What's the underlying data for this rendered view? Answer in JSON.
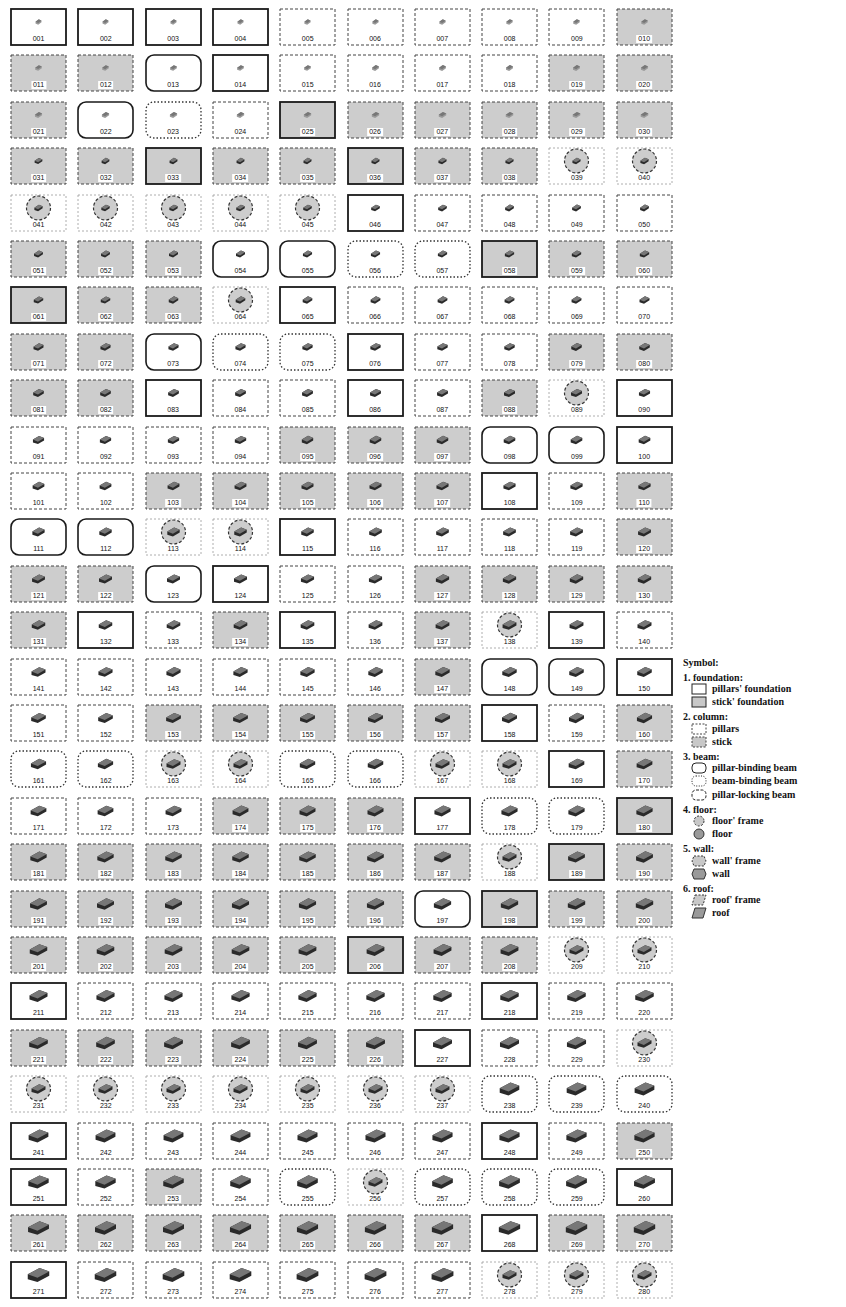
{
  "diagram": {
    "nodes": [
      {
        "text": [
          "001"
        ]
      },
      {
        "text": [
          "002"
        ]
      },
      {
        "text": [
          "003"
        ]
      },
      {
        "text": [
          "004"
        ]
      },
      {
        "text": [
          "005"
        ]
      },
      {
        "text": [
          "006"
        ]
      },
      {
        "text": [
          "007"
        ]
      },
      {
        "text": [
          "008"
        ]
      },
      {
        "text": [
          "009"
        ]
      },
      {
        "text": [
          "010"
        ]
      },
      {
        "text": [
          "011"
        ]
      },
      {
        "text": [
          "012"
        ]
      },
      {
        "text": [
          "013"
        ]
      },
      {
        "text": [
          "014"
        ]
      },
      {
        "text": [
          "015"
        ]
      },
      {
        "text": [
          "016"
        ]
      },
      {
        "text": [
          "017"
        ]
      },
      {
        "text": [
          "018"
        ]
      },
      {
        "text": [
          "019"
        ]
      },
      {
        "text": [
          "020"
        ]
      },
      {
        "text": [
          "021"
        ]
      },
      {
        "text": [
          "022"
        ]
      },
      {
        "text": [
          "023"
        ]
      },
      {
        "text": [
          "024"
        ]
      },
      {
        "text": [
          "025"
        ]
      },
      {
        "text": [
          "026"
        ]
      },
      {
        "text": [
          "027"
        ]
      },
      {
        "text": [
          "028"
        ]
      },
      {
        "text": [
          "029"
        ]
      },
      {
        "text": [
          "030"
        ]
      },
      {
        "text": [
          "031"
        ]
      },
      {
        "text": [
          "032"
        ]
      },
      {
        "text": [
          "033"
        ]
      },
      {
        "text": [
          "034"
        ]
      },
      {
        "text": [
          "035"
        ]
      },
      {
        "text": [
          "036"
        ]
      },
      {
        "text": [
          "037"
        ]
      },
      {
        "text": [
          "038"
        ]
      },
      {
        "text": [
          "039"
        ]
      },
      {
        "text": [
          "040"
        ]
      },
      {
        "text": [
          "041"
        ]
      },
      {
        "text": [
          "042"
        ]
      },
      {
        "text": [
          "043"
        ]
      },
      {
        "text": [
          "044"
        ]
      },
      {
        "text": [
          "045"
        ]
      },
      {
        "text": [
          "046"
        ]
      },
      {
        "text": [
          "047"
        ]
      },
      {
        "text": [
          "048"
        ]
      },
      {
        "text": [
          "049"
        ]
      },
      {
        "text": [
          "050"
        ]
      },
      {
        "text": [
          "051"
        ]
      },
      {
        "text": [
          "052"
        ]
      },
      {
        "text": [
          "053"
        ]
      },
      {
        "text": [
          "054"
        ]
      },
      {
        "text": [
          "055"
        ]
      },
      {
        "text": [
          "056"
        ]
      },
      {
        "text": [
          "057"
        ]
      },
      {
        "text": [
          "058"
        ]
      },
      {
        "text": [
          "059"
        ]
      },
      {
        "text": [
          "060"
        ]
      },
      {
        "text": [
          "061"
        ]
      },
      {
        "text": [
          "062"
        ]
      },
      {
        "text": [
          "063"
        ]
      },
      {
        "text": [
          "064"
        ]
      },
      {
        "text": [
          "065"
        ]
      },
      {
        "text": [
          "066"
        ]
      },
      {
        "text": [
          "067"
        ]
      },
      {
        "text": [
          "068"
        ]
      },
      {
        "text": [
          "069"
        ]
      },
      {
        "text": [
          "070"
        ]
      },
      {
        "text": [
          "071"
        ]
      },
      {
        "text": [
          "072"
        ]
      },
      {
        "text": [
          "073"
        ]
      },
      {
        "text": [
          "074"
        ]
      },
      {
        "text": [
          "075"
        ]
      },
      {
        "text": [
          "076"
        ]
      },
      {
        "text": [
          "077"
        ]
      },
      {
        "text": [
          "078"
        ]
      },
      {
        "text": [
          "079"
        ]
      },
      {
        "text": [
          "080"
        ]
      },
      {
        "text": [
          "081"
        ]
      },
      {
        "text": [
          "082"
        ]
      },
      {
        "text": [
          "083"
        ]
      },
      {
        "text": [
          "084"
        ]
      },
      {
        "text": [
          "085"
        ]
      },
      {
        "text": [
          "086"
        ]
      },
      {
        "text": [
          "087"
        ]
      },
      {
        "text": [
          "088"
        ]
      },
      {
        "text": [
          "089"
        ]
      },
      {
        "text": [
          "090"
        ]
      },
      {
        "text": [
          "091"
        ]
      },
      {
        "text": [
          "092"
        ]
      },
      {
        "text": [
          "093"
        ]
      },
      {
        "text": [
          "094"
        ]
      },
      {
        "text": [
          "095"
        ]
      },
      {
        "text": [
          "096"
        ]
      },
      {
        "text": [
          "097"
        ]
      },
      {
        "text": [
          "098"
        ]
      },
      {
        "text": [
          "099"
        ]
      },
      {
        "text": [
          "100"
        ]
      },
      {
        "text": [
          "101"
        ]
      },
      {
        "text": [
          "102"
        ]
      },
      {
        "text": [
          "103"
        ]
      },
      {
        "text": [
          "104"
        ]
      },
      {
        "text": [
          "105"
        ]
      },
      {
        "text": [
          "106"
        ]
      },
      {
        "text": [
          "107"
        ]
      },
      {
        "text": [
          "108"
        ]
      },
      {
        "text": [
          "109"
        ]
      },
      {
        "text": [
          "110"
        ]
      },
      {
        "text": [
          "111"
        ]
      },
      {
        "text": [
          "112"
        ]
      },
      {
        "text": [
          "113"
        ]
      },
      {
        "text": [
          "114"
        ]
      },
      {
        "text": [
          "115"
        ]
      },
      {
        "text": [
          "116"
        ]
      },
      {
        "text": [
          "117"
        ]
      },
      {
        "text": [
          "118"
        ]
      },
      {
        "text": [
          "119"
        ]
      },
      {
        "text": [
          "120"
        ]
      },
      {
        "text": [
          "121"
        ]
      },
      {
        "text": [
          "122"
        ]
      },
      {
        "text": [
          "123"
        ]
      },
      {
        "text": [
          "124"
        ]
      },
      {
        "text": [
          "125"
        ]
      },
      {
        "text": [
          "126"
        ]
      },
      {
        "text": [
          "127"
        ]
      },
      {
        "text": [
          "128"
        ]
      },
      {
        "text": [
          "129"
        ]
      },
      {
        "text": [
          "130"
        ]
      },
      {
        "text": [
          "131"
        ]
      },
      {
        "text": [
          "132"
        ]
      },
      {
        "text": [
          "133"
        ]
      },
      {
        "text": [
          "134"
        ]
      },
      {
        "text": [
          "135"
        ]
      },
      {
        "text": [
          "136"
        ]
      },
      {
        "text": [
          "137"
        ]
      },
      {
        "text": [
          "138"
        ]
      },
      {
        "text": [
          "139"
        ]
      },
      {
        "text": [
          "140"
        ]
      },
      {
        "text": [
          "141"
        ]
      },
      {
        "text": [
          "142"
        ]
      },
      {
        "text": [
          "143"
        ]
      },
      {
        "text": [
          "144"
        ]
      },
      {
        "text": [
          "145"
        ]
      },
      {
        "text": [
          "146"
        ]
      },
      {
        "text": [
          "147"
        ]
      },
      {
        "text": [
          "148"
        ]
      },
      {
        "text": [
          "149"
        ]
      },
      {
        "text": [
          "150"
        ]
      },
      {
        "text": [
          "151"
        ]
      },
      {
        "text": [
          "152"
        ]
      },
      {
        "text": [
          "153"
        ]
      },
      {
        "text": [
          "154"
        ]
      },
      {
        "text": [
          "155"
        ]
      },
      {
        "text": [
          "156"
        ]
      },
      {
        "text": [
          "157"
        ]
      },
      {
        "text": [
          "158"
        ]
      },
      {
        "text": [
          "159"
        ]
      },
      {
        "text": [
          "160"
        ]
      },
      {
        "text": [
          "161"
        ]
      },
      {
        "text": [
          "162"
        ]
      },
      {
        "text": [
          "163"
        ]
      },
      {
        "text": [
          "164"
        ]
      },
      {
        "text": [
          "165"
        ]
      },
      {
        "text": [
          "166"
        ]
      },
      {
        "text": [
          "167"
        ]
      },
      {
        "text": [
          "168"
        ]
      },
      {
        "text": [
          "169"
        ]
      },
      {
        "text": [
          "170"
        ]
      },
      {
        "text": [
          "171"
        ]
      },
      {
        "text": [
          "172"
        ]
      },
      {
        "text": [
          "173"
        ]
      },
      {
        "text": [
          "174"
        ]
      },
      {
        "text": [
          "175"
        ]
      },
      {
        "text": [
          "176"
        ]
      },
      {
        "text": [
          "177"
        ]
      },
      {
        "text": [
          "178"
        ]
      },
      {
        "text": [
          "179"
        ]
      },
      {
        "text": [
          "180"
        ]
      },
      {
        "text": [
          "181"
        ]
      },
      {
        "text": [
          "182"
        ]
      },
      {
        "text": [
          "183"
        ]
      },
      {
        "text": [
          "184"
        ]
      },
      {
        "text": [
          "185"
        ]
      },
      {
        "text": [
          "186"
        ]
      },
      {
        "text": [
          "187"
        ]
      },
      {
        "text": [
          "188"
        ]
      },
      {
        "text": [
          "189"
        ]
      },
      {
        "text": [
          "190"
        ]
      },
      {
        "text": [
          "191"
        ]
      },
      {
        "text": [
          "192"
        ]
      },
      {
        "text": [
          "193"
        ]
      },
      {
        "text": [
          "194"
        ]
      },
      {
        "text": [
          "195"
        ]
      },
      {
        "text": [
          "196"
        ]
      },
      {
        "text": [
          "197"
        ]
      },
      {
        "text": [
          "198"
        ]
      },
      {
        "text": [
          "199"
        ]
      },
      {
        "text": [
          "200"
        ]
      },
      {
        "text": [
          "201"
        ]
      },
      {
        "text": [
          "202"
        ]
      },
      {
        "text": [
          "203"
        ]
      },
      {
        "text": [
          "204"
        ]
      },
      {
        "text": [
          "205"
        ]
      },
      {
        "text": [
          "206"
        ]
      },
      {
        "text": [
          "207"
        ]
      },
      {
        "text": [
          "208"
        ]
      },
      {
        "text": [
          "209"
        ]
      },
      {
        "text": [
          "210"
        ]
      },
      {
        "text": [
          "211"
        ]
      },
      {
        "text": [
          "212"
        ]
      },
      {
        "text": [
          "213"
        ]
      },
      {
        "text": [
          "214"
        ]
      },
      {
        "text": [
          "215"
        ]
      },
      {
        "text": [
          "216"
        ]
      },
      {
        "text": [
          "217"
        ]
      },
      {
        "text": [
          "218"
        ]
      },
      {
        "text": [
          "219"
        ]
      },
      {
        "text": [
          "220"
        ]
      },
      {
        "text": [
          "221"
        ]
      },
      {
        "text": [
          "222"
        ]
      },
      {
        "text": [
          "223"
        ]
      },
      {
        "text": [
          "224"
        ]
      },
      {
        "text": [
          "225"
        ]
      },
      {
        "text": [
          "226"
        ]
      },
      {
        "text": [
          "227"
        ]
      },
      {
        "text": [
          "228"
        ]
      },
      {
        "text": [
          "229"
        ]
      },
      {
        "text": [
          "230"
        ]
      },
      {
        "text": [
          "231"
        ]
      },
      {
        "text": [
          "232"
        ]
      },
      {
        "text": [
          "233"
        ]
      },
      {
        "text": [
          "234"
        ]
      },
      {
        "text": [
          "235"
        ]
      },
      {
        "text": [
          "236"
        ]
      },
      {
        "text": [
          "237"
        ]
      },
      {
        "text": [
          "238"
        ]
      },
      {
        "text": [
          "239"
        ]
      },
      {
        "text": [
          "240"
        ]
      },
      {
        "text": [
          "241"
        ]
      },
      {
        "text": [
          "242"
        ]
      },
      {
        "text": [
          "243"
        ]
      },
      {
        "text": [
          "244"
        ]
      },
      {
        "text": [
          "245"
        ]
      },
      {
        "text": [
          "246"
        ]
      },
      {
        "text": [
          "247"
        ]
      },
      {
        "text": [
          "248"
        ]
      },
      {
        "text": [
          "249"
        ]
      },
      {
        "text": [
          "250"
        ]
      },
      {
        "text": [
          "251"
        ]
      },
      {
        "text": [
          "252"
        ]
      },
      {
        "text": [
          "253"
        ]
      },
      {
        "text": [
          "254"
        ]
      },
      {
        "text": [
          "255"
        ]
      },
      {
        "text": [
          "256"
        ]
      },
      {
        "text": [
          "257"
        ]
      },
      {
        "text": [
          "258"
        ]
      },
      {
        "text": [
          "259"
        ]
      },
      {
        "text": [
          "260"
        ]
      },
      {
        "text": [
          "261"
        ]
      },
      {
        "text": [
          "262"
        ]
      },
      {
        "text": [
          "263"
        ]
      },
      {
        "text": [
          "264"
        ]
      },
      {
        "text": [
          "265"
        ]
      },
      {
        "text": [
          "266"
        ]
      },
      {
        "text": [
          "267"
        ]
      },
      {
        "text": [
          "268"
        ]
      },
      {
        "text": [
          "269"
        ]
      },
      {
        "text": [
          "270"
        ]
      },
      {
        "text": [
          "271"
        ]
      },
      {
        "text": [
          "272"
        ]
      },
      {
        "text": [
          "273"
        ]
      },
      {
        "text": [
          "274"
        ]
      },
      {
        "text": [
          "275"
        ]
      },
      {
        "text": [
          "276"
        ]
      },
      {
        "text": [
          "277"
        ]
      },
      {
        "text": [
          "278"
        ]
      },
      {
        "text": [
          "279"
        ]
      },
      {
        "text": [
          "280"
        ]
      }
    ],
    "labels": [
      "Symbol:",
      "1. foundation:",
      "2. column:",
      "3. beam:",
      "4. floor:",
      "5. wall:",
      "6. roof:"
    ],
    "legend": [
      {
        "text": "pillars' foundation",
        "color": "#ffffff"
      },
      {
        "text": "stick' foundation",
        "color": "#c8c8c8"
      },
      {
        "text": "pillars",
        "color": "#ffffff"
      },
      {
        "text": "stick",
        "color": "#c8c8c8"
      },
      {
        "text": "pillar-binding beam"
      },
      {
        "text": "beam-binding beam"
      },
      {
        "text": "pillar-locking beam"
      },
      {
        "text": "floor' frame",
        "color": "#c8c8c8"
      },
      {
        "text": "floor",
        "color": "#9a9a9a"
      },
      {
        "text": "wall' frame",
        "color": "#c8c8c8"
      },
      {
        "text": "wall",
        "color": "#9a9a9a"
      },
      {
        "text": "roof' frame",
        "color": "#c8c8c8"
      },
      {
        "text": "roof",
        "color": "#9a9a9a"
      }
    ]
  }
}
